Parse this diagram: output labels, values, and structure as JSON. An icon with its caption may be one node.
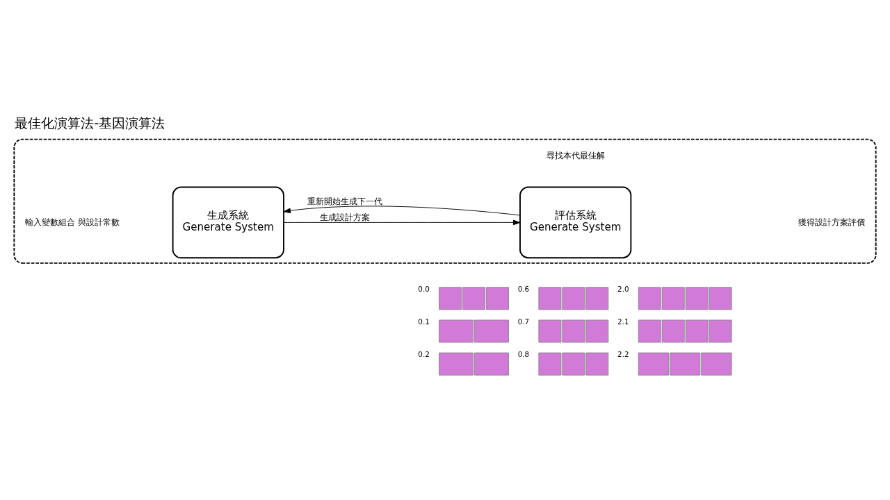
{
  "diagram": {
    "title": "最佳化演算法-基因演算法",
    "nodes": [
      {
        "text": [],
        "shape": "box"
      },
      {
        "text": [
          "生成系統",
          "Generate System"
        ],
        "in": 0
      },
      {
        "text": [
          "評估系統",
          "Generate System"
        ],
        "in": 0
      },
      {
        "text": [],
        "shape": "picture"
      }
    ],
    "edges": [
      {
        "from": 1,
        "to": 2,
        "arrow": "to",
        "label": "生成設計方案"
      },
      {
        "from": 2,
        "to": 1,
        "arrow": "to",
        "label": "重新開始生成下一代"
      }
    ],
    "labels": [
      "尋找本代最佳解",
      "輸入變數組合 與設計常數",
      "獲得設計方案評價",
      "0.0",
      "0.6",
      "2.0",
      "0.1",
      "0.7",
      "2.1",
      "0.2",
      "0.8",
      "2.2"
    ]
  }
}
